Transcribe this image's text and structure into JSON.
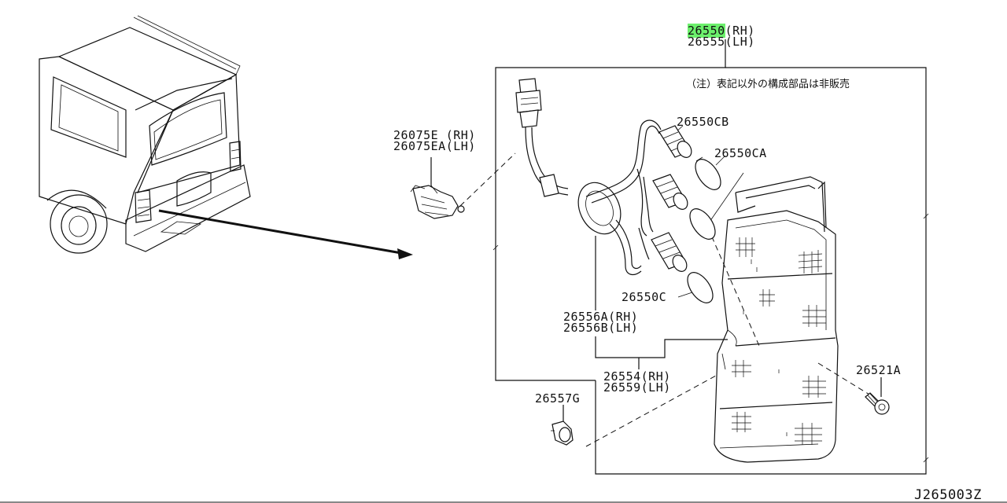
{
  "diagram": {
    "reference_code": "J265003Z",
    "note_jp": "（注）表記以外の構成部品は非販売",
    "callouts": {
      "p26550_num": "26550",
      "p26550_side": "(RH)",
      "p26555": "26555(LH)",
      "p26075E": "26075E (RH)",
      "p26075EA": "26075EA(LH)",
      "p26550CB": "26550CB",
      "p26550CA": "26550CA",
      "p26550C": "26550C",
      "p26556A": "26556A(RH)",
      "p26556B": "26556B(LH)",
      "p26554": "26554(RH)",
      "p26559": "26559(LH)",
      "p26557G": "26557G",
      "p26521A": "26521A"
    },
    "highlight_color": "#6cf06c"
  }
}
